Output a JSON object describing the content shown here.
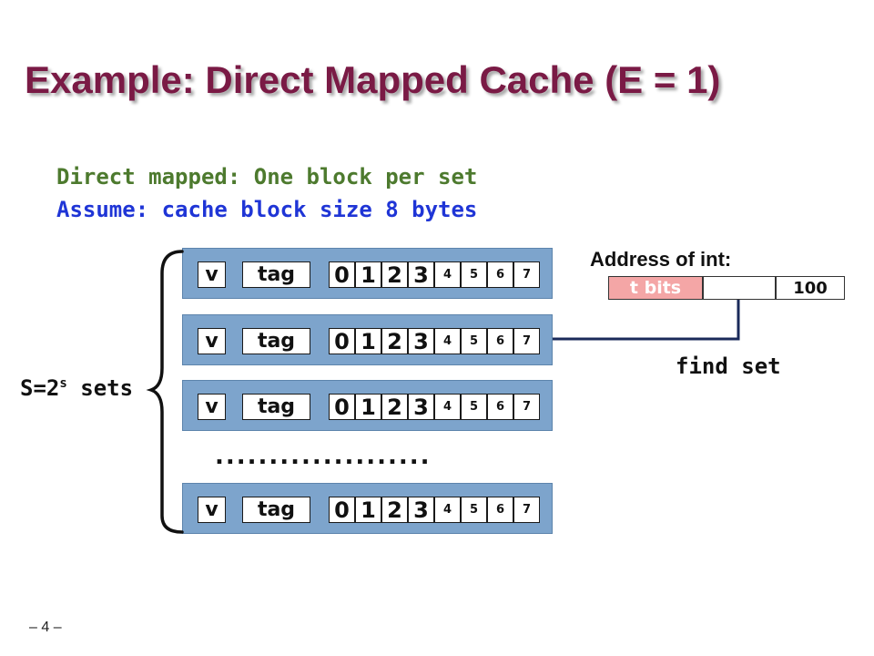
{
  "title": "Example: Direct Mapped Cache (E = 1)",
  "subtitle_1": "Direct mapped: One block per set",
  "subtitle_2": "Assume: cache block size 8 bytes",
  "colors": {
    "title": "#7a1a45",
    "subtitle_1": "#4d7a2e",
    "subtitle_2": "#1f35d6",
    "cache_line": "#7da4cc",
    "t_bits_fill": "#f4a6a6"
  },
  "cache_line": {
    "valid_label": "v",
    "tag_label": "tag",
    "bytes": [
      "0",
      "1",
      "2",
      "3",
      "4",
      "5",
      "6",
      "7"
    ]
  },
  "cache_lines_shown": 4,
  "ellipsis": "....................",
  "sets_label": {
    "prefix": "S=2",
    "exponent": "s",
    "suffix": " sets"
  },
  "address": {
    "label": "Address of int:",
    "t_bits": "t bits",
    "set_bits": "",
    "block_offset": "100"
  },
  "find_set_label": "find set",
  "page_number": "– 4 –"
}
